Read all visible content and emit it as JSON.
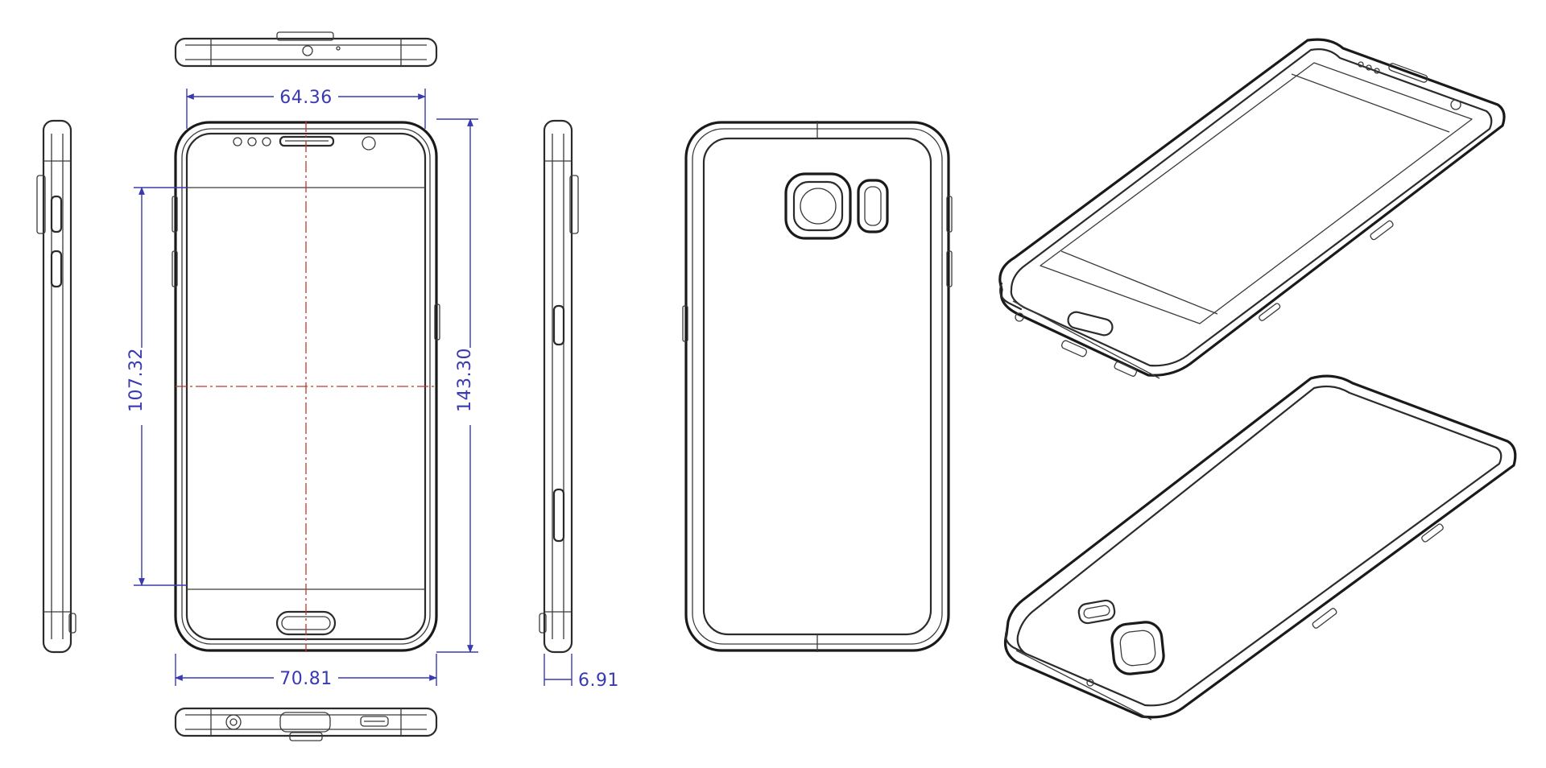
{
  "colors": {
    "line": "#2b2b2b",
    "dimension": "#3a3ab0",
    "centerline": "#c0392b",
    "background": "#ffffff"
  },
  "dimensions": {
    "inner_width": "64.36",
    "outer_width": "70.81",
    "inner_height": "107.32",
    "outer_height": "143.30",
    "thickness": "6.91"
  }
}
